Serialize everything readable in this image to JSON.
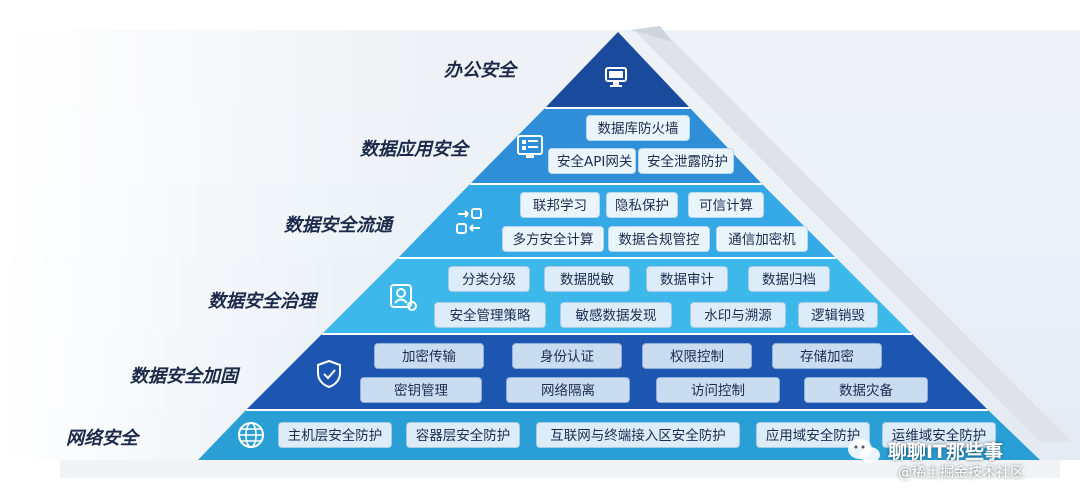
{
  "layers": [
    {
      "label": "办公安全",
      "icon": "monitor-icon",
      "items": []
    },
    {
      "label": "数据应用安全",
      "icon": "dashboard-icon",
      "items": [
        "数据库防火墙",
        "安全API网关",
        "安全泄露防护"
      ]
    },
    {
      "label": "数据安全流通",
      "icon": "exchange-icon",
      "items": [
        "联邦学习",
        "隐私保护",
        "可信计算",
        "多方安全计算",
        "数据合规管控",
        "通信加密机"
      ]
    },
    {
      "label": "数据安全治理",
      "icon": "governance-icon",
      "items": [
        "分类分级",
        "数据脱敏",
        "数据审计",
        "数据归档",
        "安全管理策略",
        "敏感数据发现",
        "水印与溯源",
        "逻辑销毁"
      ]
    },
    {
      "label": "数据安全加固",
      "icon": "shield-icon",
      "items": [
        "加密传输",
        "身份认证",
        "权限控制",
        "存储加密",
        "密钥管理",
        "网络隔离",
        "访问控制",
        "数据灾备"
      ]
    },
    {
      "label": "网络安全",
      "icon": "globe-icon",
      "items": [
        "主机层安全防护",
        "容器层安全防护",
        "互联网与终端接入区安全防护",
        "应用域安全防护",
        "运维域安全防护"
      ]
    }
  ],
  "watermark": {
    "title": "聊聊IT那些事",
    "subtitle": "@稀土掘金技术社区"
  },
  "colors": {
    "l1": "#1a4a9c",
    "l2": "#2e8fd8",
    "l3": "#35a9e6",
    "l4": "#3db8ea",
    "l5": "#1d56b0",
    "l6": "#2a9fd6"
  }
}
